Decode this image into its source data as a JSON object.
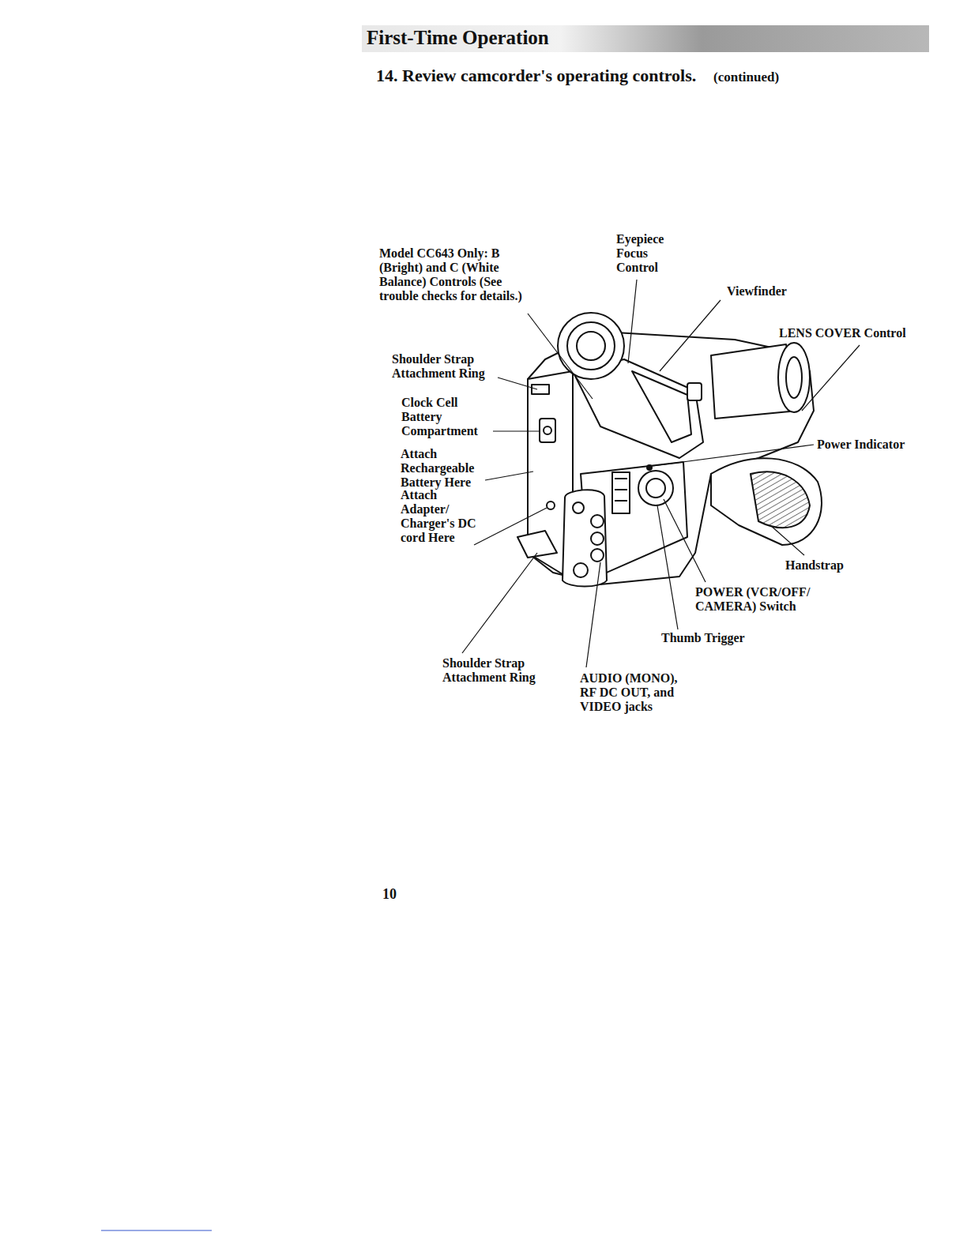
{
  "diagram": {
    "title": "First-Time Operation",
    "labels": [
      "14. Review camcorder's operating controls.",
      "(continued)",
      "Model CC643 Only: B (Bright) and C (White Balance) Controls (See trouble checks for details.)",
      "Eyepiece Focus Control",
      "Viewfinder",
      "LENS COVER Control",
      "Shoulder Strap Attachment Ring",
      "Clock Cell Battery Compartment",
      "Power Indicator",
      "Attach Rechargeable Battery Here",
      "Attach Adapter/ Charger's DC cord Here",
      "Handstrap",
      "POWER (VCR/OFF/ CAMERA) Switch",
      "Thumb Trigger",
      "Shoulder Strap Attachment Ring",
      "AUDIO (MONO), RF DC OUT, and VIDEO jacks",
      "10"
    ]
  }
}
